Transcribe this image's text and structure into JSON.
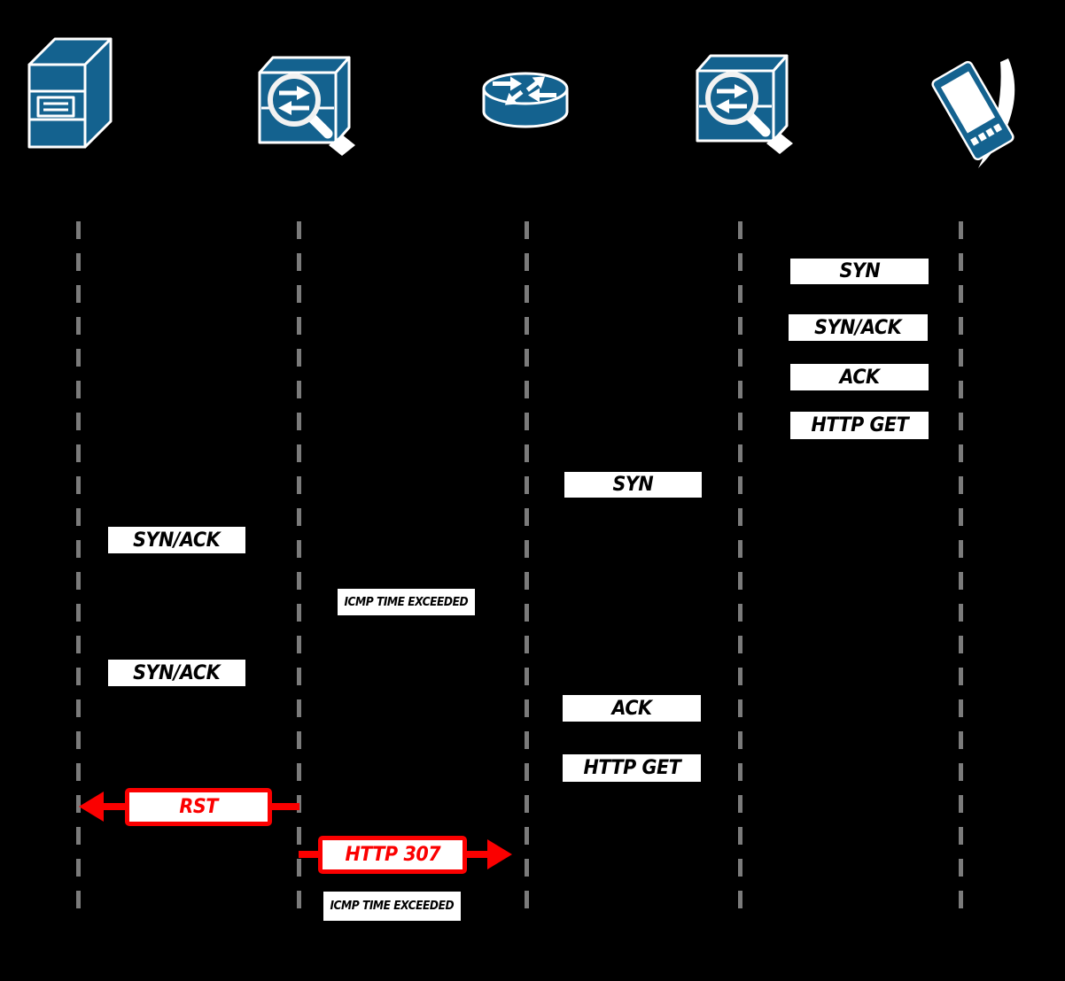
{
  "colors": {
    "background": "#000000",
    "icon_blue": "#14628f",
    "alert_red": "#fb0000",
    "lifeline_gray": "#7b7b7b",
    "box_fill": "#ffffff",
    "text_black": "#000000"
  },
  "actors": [
    {
      "id": "web-server",
      "icon": "server-icon"
    },
    {
      "id": "firewall-inspection-left",
      "icon": "inspection-firewall-icon"
    },
    {
      "id": "router",
      "icon": "router-icon"
    },
    {
      "id": "firewall-inspection-right",
      "icon": "inspection-firewall-icon"
    },
    {
      "id": "mobile-client",
      "icon": "pda-icon"
    }
  ],
  "messages": [
    {
      "label": "SYN",
      "lane": "firewall-inspection-right/mobile-client",
      "style": "plain"
    },
    {
      "label": "SYN/ACK",
      "lane": "firewall-inspection-right/mobile-client",
      "style": "plain"
    },
    {
      "label": "ACK",
      "lane": "firewall-inspection-right/mobile-client",
      "style": "plain"
    },
    {
      "label": "HTTP GET",
      "lane": "firewall-inspection-right/mobile-client",
      "style": "plain"
    },
    {
      "label": "SYN",
      "lane": "router/firewall-inspection-right",
      "style": "plain"
    },
    {
      "label": "SYN/ACK",
      "lane": "web-server/firewall-inspection-left",
      "style": "plain"
    },
    {
      "label": "ICMP TIME EXCEEDED",
      "lane": "firewall-inspection-left/router",
      "style": "plain"
    },
    {
      "label": "SYN/ACK",
      "lane": "web-server/firewall-inspection-left",
      "style": "plain"
    },
    {
      "label": "ACK",
      "lane": "router/firewall-inspection-right",
      "style": "plain"
    },
    {
      "label": "HTTP GET",
      "lane": "router/firewall-inspection-right",
      "style": "plain"
    },
    {
      "label": "RST",
      "lane": "web-server/firewall-inspection-left",
      "style": "red",
      "arrow_direction": "left"
    },
    {
      "label": "HTTP 307",
      "lane": "firewall-inspection-left/router",
      "style": "red",
      "arrow_direction": "right"
    },
    {
      "label": "ICMP TIME EXCEEDED",
      "lane": "firewall-inspection-left/router",
      "style": "plain"
    }
  ]
}
